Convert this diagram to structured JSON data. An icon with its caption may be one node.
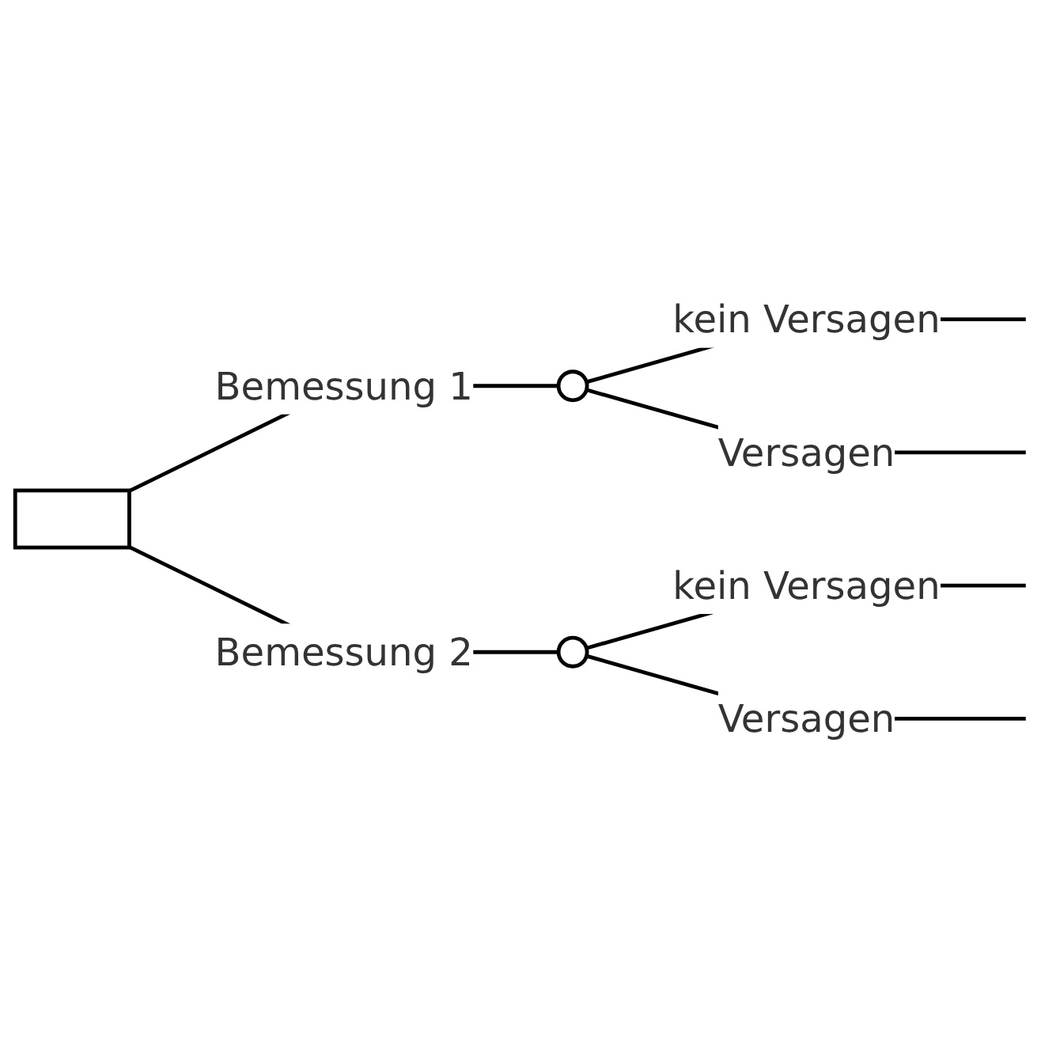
{
  "diagram": {
    "nodes": [
      {
        "text": [],
        "shape": "box"
      },
      {
        "text": [],
        "shape": "circle"
      },
      {
        "text": [],
        "shape": "circle"
      }
    ],
    "edges": [
      {
        "from": 0,
        "to": 1,
        "arrow": "none",
        "label": "Bemessung 1"
      },
      {
        "from": 0,
        "to": 2,
        "arrow": "none",
        "label": "Bemessung 2"
      },
      {
        "from": 1,
        "to": null,
        "arrow": "none",
        "label": "kein Versagen"
      },
      {
        "from": 1,
        "to": null,
        "arrow": "none",
        "label": "Versagen"
      },
      {
        "from": 2,
        "to": null,
        "arrow": "none",
        "label": "kein Versagen"
      },
      {
        "from": 2,
        "to": null,
        "arrow": "none",
        "label": "Versagen"
      }
    ]
  }
}
